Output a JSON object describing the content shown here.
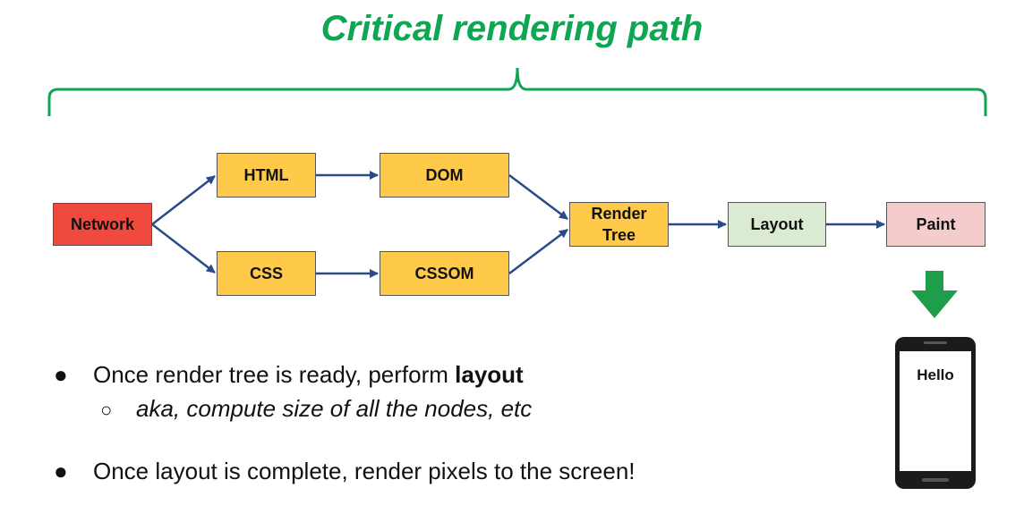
{
  "title": "Critical rendering path",
  "nodes": {
    "network": "Network",
    "html": "HTML",
    "dom": "DOM",
    "css": "CSS",
    "cssom": "CSSOM",
    "render_tree_line1": "Render",
    "render_tree_line2": "Tree",
    "layout": "Layout",
    "paint": "Paint"
  },
  "bullets": {
    "b1_text": "Once render tree is ready, perform ",
    "b1_bold": "layout",
    "b2_text": "aka, compute size of all the nodes, etc",
    "b3_text": "Once layout is complete, render pixels to the screen!",
    "dot": "●",
    "ring": "○"
  },
  "phone": {
    "screen_text": "Hello"
  },
  "colors": {
    "title_green": "#10a552",
    "network": "#f04a3e",
    "yellow": "#ffc94a",
    "layout": "#dbebd3",
    "paint": "#f4cccc",
    "arrow": "#2a4a8a",
    "down_arrow": "#1e9e4a"
  },
  "icons": [
    "brace-icon",
    "down-arrow-icon",
    "phone-icon"
  ]
}
